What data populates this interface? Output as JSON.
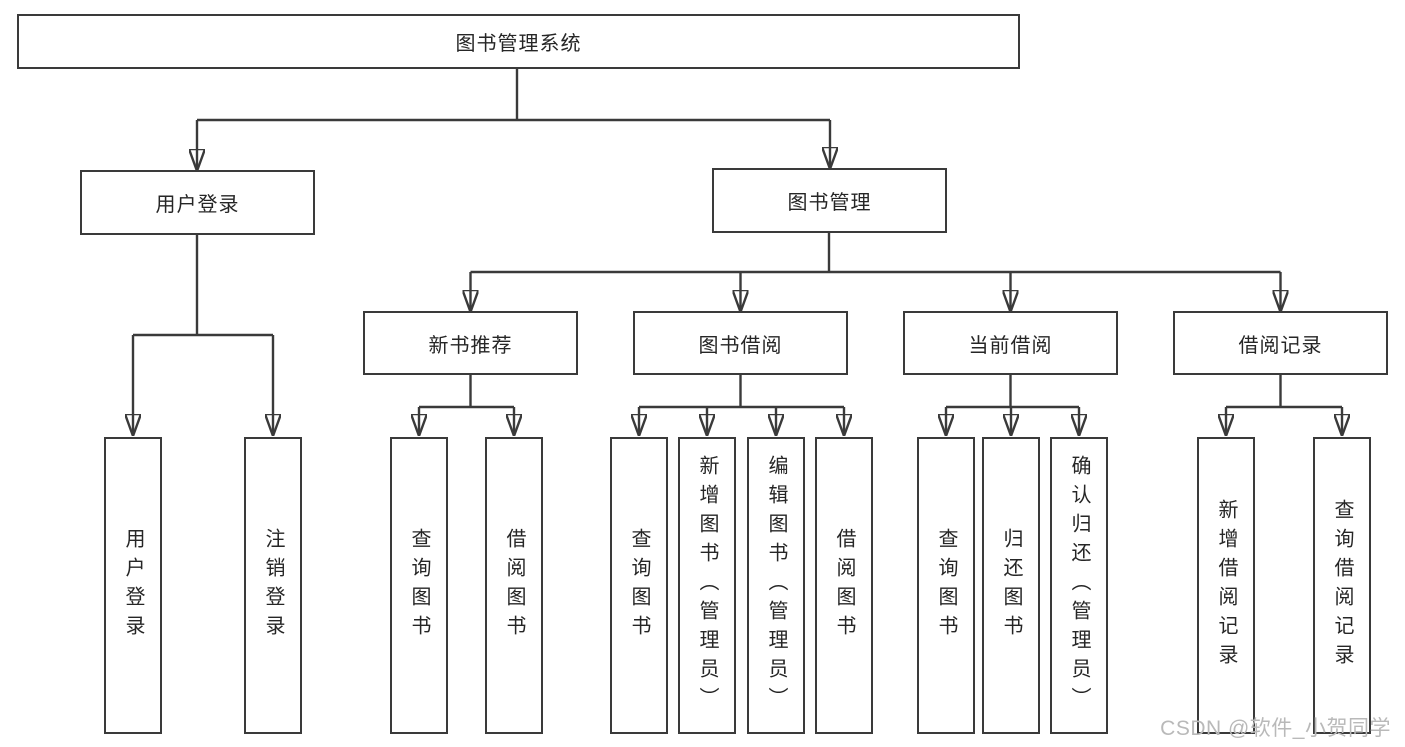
{
  "tree": {
    "root": {
      "label": "图书管理系统",
      "children": [
        {
          "label": "用户登录",
          "children": [
            {
              "label": "用户登录"
            },
            {
              "label": "注销登录"
            }
          ]
        },
        {
          "label": "图书管理",
          "children": [
            {
              "label": "新书推荐",
              "children": [
                {
                  "label": "查询图书"
                },
                {
                  "label": "借阅图书"
                }
              ]
            },
            {
              "label": "图书借阅",
              "children": [
                {
                  "label": "查询图书"
                },
                {
                  "label": "新增图书（管理员）"
                },
                {
                  "label": "编辑图书（管理员）"
                },
                {
                  "label": "借阅图书"
                }
              ]
            },
            {
              "label": "当前借阅",
              "children": [
                {
                  "label": "查询图书"
                },
                {
                  "label": "归还图书"
                },
                {
                  "label": "确认归还（管理员）"
                }
              ]
            },
            {
              "label": "借阅记录",
              "children": [
                {
                  "label": "新增借阅记录"
                },
                {
                  "label": "查询借阅记录"
                }
              ]
            }
          ]
        }
      ]
    }
  },
  "watermark": {
    "text": "CSDN @软件_小贺同学"
  },
  "colors": {
    "line": "#3a3a3a",
    "box_border": "#3a3a3a",
    "text": "#262626",
    "watermark": "#b9b9b9",
    "background": "#ffffff"
  }
}
